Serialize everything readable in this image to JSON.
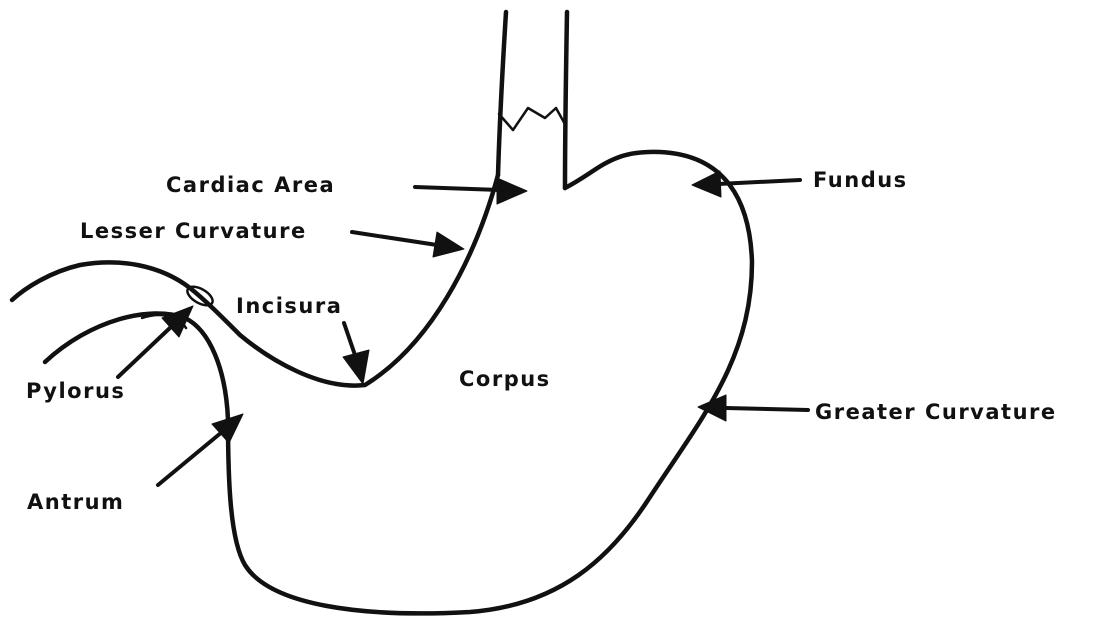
{
  "labels": {
    "cardiac_area": "Cardiac Area",
    "lesser_curvature": "Lesser Curvature",
    "fundus": "Fundus",
    "incisura": "Incisura",
    "corpus": "Corpus",
    "pylorus": "Pylorus",
    "greater_curvature": "Greater Curvature",
    "antrum": "Antrum"
  },
  "colors": {
    "ink": "#111111",
    "background": "#ffffff"
  }
}
